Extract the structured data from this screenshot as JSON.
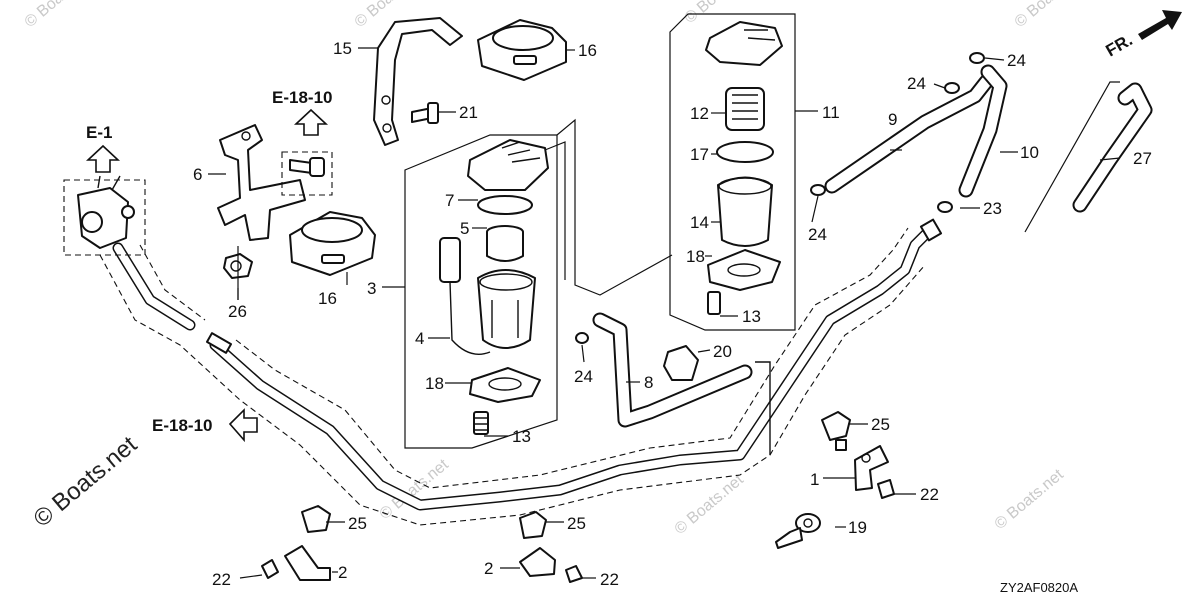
{
  "diagram": {
    "code": "ZY2AF0820A",
    "watermark": "© Boats.net",
    "direction_label": "FR.",
    "references": [
      "E-1",
      "E-18-10",
      "E-18-10"
    ],
    "callouts": {
      "c1": "1",
      "c2a": "2",
      "c2b": "2",
      "c3": "3",
      "c4": "4",
      "c5": "5",
      "c6": "6",
      "c7": "7",
      "c8": "8",
      "c9": "9",
      "c10": "10",
      "c11": "11",
      "c12": "12",
      "c13a": "13",
      "c13b": "13",
      "c14": "14",
      "c15": "15",
      "c16a": "16",
      "c16b": "16",
      "c17": "17",
      "c18a": "18",
      "c18b": "18",
      "c19": "19",
      "c20": "20",
      "c21": "21",
      "c22a": "22",
      "c22b": "22",
      "c22c": "22",
      "c23": "23",
      "c24a": "24",
      "c24b": "24",
      "c24c": "24",
      "c24d": "24",
      "c25a": "25",
      "c25b": "25",
      "c25c": "25",
      "c26": "26",
      "c27": "27"
    }
  }
}
